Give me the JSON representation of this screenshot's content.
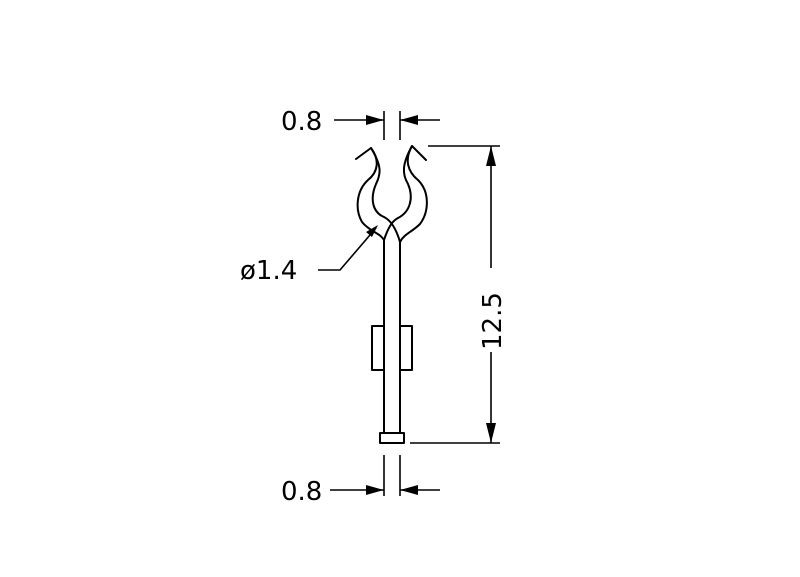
{
  "dimensions": {
    "top_width": "0.8",
    "bottom_width": "0.8",
    "diameter": "ø1.4",
    "height": "12.5"
  },
  "colors": {
    "line": "#000000",
    "background": "#ffffff"
  }
}
